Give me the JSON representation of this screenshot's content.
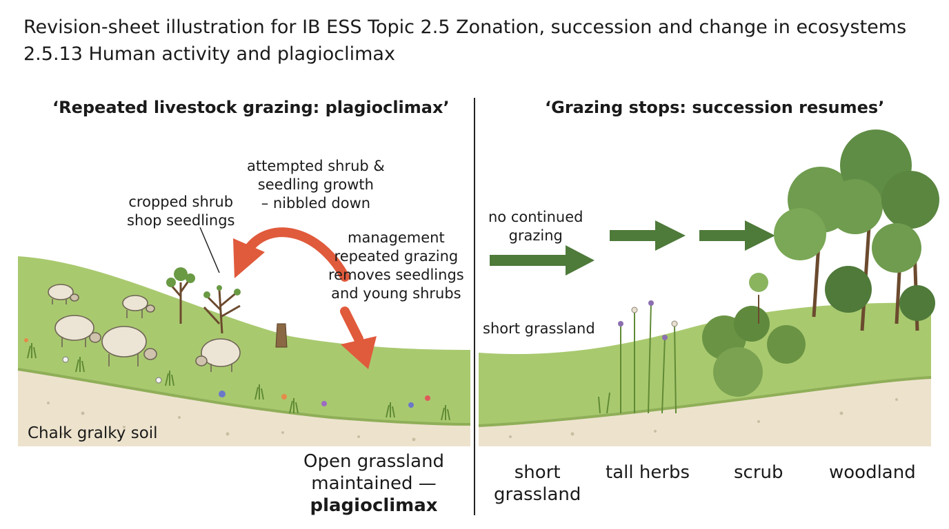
{
  "header": {
    "line1": "Revision-sheet illustration for IB ESS Topic 2.5 Zonation, succession and  change in ecosystems",
    "line2": "2.5.13 Human activity and plagioclimax"
  },
  "left_panel": {
    "title": "‘Repeated livestock grazing: plagioclimax’",
    "label_cropped": [
      "cropped shrub",
      "shop seedlings"
    ],
    "label_attempted": [
      "attempted shrub &",
      "seedling growth",
      "– nibbled down"
    ],
    "label_management": [
      "management",
      "repeated grazing",
      "removes seedlings",
      "and young shrubs"
    ],
    "soil_label": "Chalk gralky soil",
    "caption": [
      "Open grassland",
      "maintained —",
      "plagioclimax"
    ]
  },
  "right_panel": {
    "title": "‘Grazing stops: succession resumes’",
    "label_no_grazing": [
      "no continued",
      "grazing"
    ],
    "label_short_grassland": "short grassland",
    "stages": [
      {
        "label": [
          "short",
          "grassland"
        ]
      },
      {
        "label": [
          "tall herbs"
        ]
      },
      {
        "label": [
          "scrub"
        ]
      },
      {
        "label": [
          "woodland"
        ]
      }
    ]
  },
  "colors": {
    "grass": "#a9c96f",
    "grass_dark": "#6f9a3e",
    "soil": "#ede3cd",
    "red_arrow": "#e05a3c",
    "green_arrow": "#4e7a3a",
    "tree": "#5f8d45"
  }
}
